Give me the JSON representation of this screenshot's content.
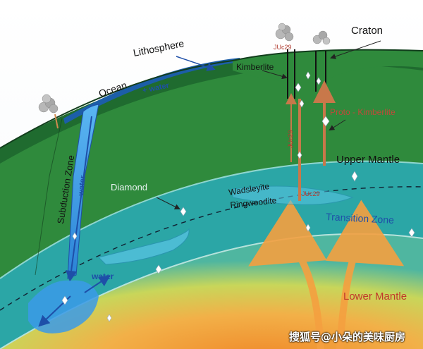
{
  "labels": {
    "lithosphere": "Lithosphere",
    "ocean": "Ocean",
    "water_surface": "+ water",
    "craton": "Craton",
    "kimberlite": "Kimberlite",
    "juc29_top": "JUc29",
    "juc29_left": "JUc29",
    "juc29_bottom": "JUc29",
    "proto_kimberlite": "Proto - Kimberlite",
    "upper_mantle": "Upper Mantle",
    "diamond": "Diamond",
    "wadsleyite": "Wadsleyite",
    "ringwoodite": "Ringwoodite",
    "transition_zone": "Transition Zone",
    "subduction_zone": "Subduction Zone",
    "water_slab": "water",
    "water_lower": "water",
    "lower_mantle": "Lower Mantle"
  },
  "watermark": "搜狐号@小朵的美味厨房",
  "colors": {
    "upper_mantle": "#2f8a3c",
    "lithosphere": "#1f6b2f",
    "transition_zone": "#2ba6a6",
    "lower_mantle": "#f0a23a",
    "core_glow": "#b8d850",
    "ocean": "#1c5ea8",
    "water": "#3b9ae8",
    "kimberlite_path": "#c8784a",
    "arrows": "#1e4fa8",
    "plume": "#f5a040"
  },
  "icons": [
    "volcano-smoke-icon",
    "diamond-icon",
    "arrow-icon"
  ]
}
